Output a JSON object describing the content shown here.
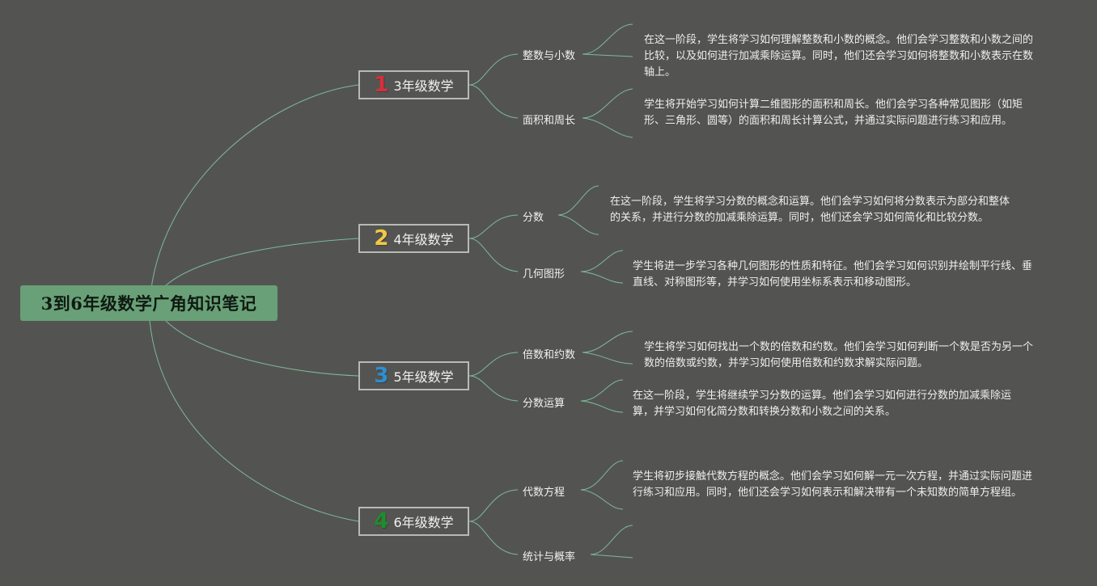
{
  "root": {
    "title": "3到6年级数学广角知识笔记"
  },
  "branches": [
    {
      "number": "1",
      "number_color": "#d7303b",
      "label": "3年级数学",
      "topics": [
        {
          "label": "整数与小数",
          "desc": "在这一阶段，学生将学习如何理解整数和小数的概念。他们会学习整数和小数之间的比较，以及如何进行加减乘除运算。同时，他们还会学习如何将整数和小数表示在数轴上。"
        },
        {
          "label": "面积和周长",
          "desc": "学生将开始学习如何计算二维图形的面积和周长。他们会学习各种常见图形（如矩形、三角形、圆等）的面积和周长计算公式，并通过实际问题进行练习和应用。"
        }
      ]
    },
    {
      "number": "2",
      "number_color": "#f2c745",
      "label": "4年级数学",
      "topics": [
        {
          "label": "分数",
          "desc": "在这一阶段，学生将学习分数的概念和运算。他们会学习如何将分数表示为部分和整体的关系，并进行分数的加减乘除运算。同时，他们还会学习如何简化和比较分数。"
        },
        {
          "label": "几何图形",
          "desc": "学生将进一步学习各种几何图形的性质和特征。他们会学习如何识别并绘制平行线、垂直线、对称图形等，并学习如何使用坐标系表示和移动图形。"
        }
      ]
    },
    {
      "number": "3",
      "number_color": "#2e8fd0",
      "label": "5年级数学",
      "topics": [
        {
          "label": "倍数和约数",
          "desc": "学生将学习如何找出一个数的倍数和约数。他们会学习如何判断一个数是否为另一个数的倍数或约数，并学习如何使用倍数和约数求解实际问题。"
        },
        {
          "label": "分数运算",
          "desc": "在这一阶段，学生将继续学习分数的运算。他们会学习如何进行分数的加减乘除运算，并学习如何化简分数和转换分数和小数之间的关系。"
        }
      ]
    },
    {
      "number": "4",
      "number_color": "#1f8d2b",
      "label": "6年级数学",
      "topics": [
        {
          "label": "代数方程",
          "desc": "学生将初步接触代数方程的概念。他们会学习如何解一元一次方程，并通过实际问题进行练习和应用。同时，他们还会学习如何表示和解决带有一个未知数的简单方程组。"
        },
        {
          "label": "统计与概率",
          "desc": ""
        }
      ]
    }
  ],
  "colors": {
    "background": "#535451",
    "root_fill": "#69a077",
    "connector": "#7fb89a",
    "grade_border": "#b8bab6"
  }
}
